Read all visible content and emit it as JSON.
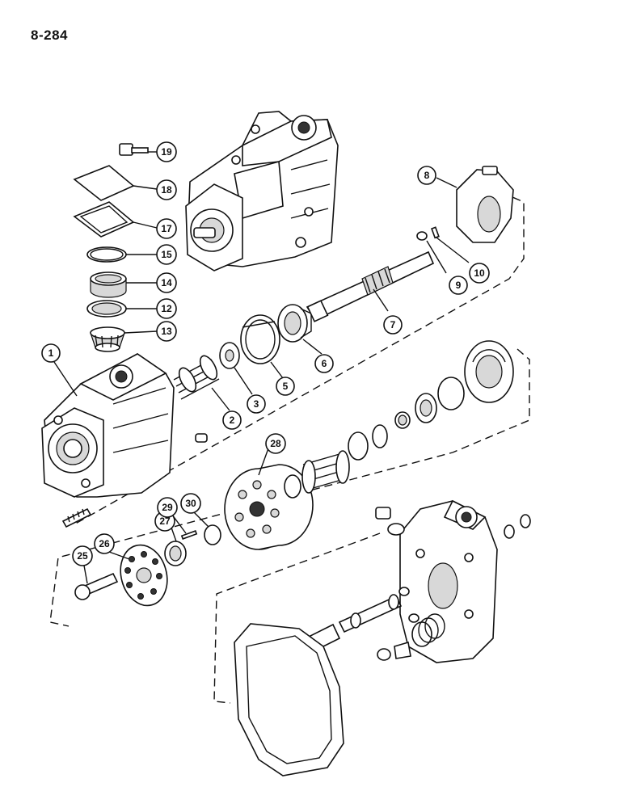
{
  "page": {
    "number": "8-284"
  },
  "callouts": [
    {
      "id": "1",
      "label": "1"
    },
    {
      "id": "2",
      "label": "2"
    },
    {
      "id": "3",
      "label": "3"
    },
    {
      "id": "5",
      "label": "5"
    },
    {
      "id": "6",
      "label": "6"
    },
    {
      "id": "7",
      "label": "7"
    },
    {
      "id": "8",
      "label": "8"
    },
    {
      "id": "9",
      "label": "9"
    },
    {
      "id": "10",
      "label": "10"
    },
    {
      "id": "12",
      "label": "12"
    },
    {
      "id": "13",
      "label": "13"
    },
    {
      "id": "14",
      "label": "14"
    },
    {
      "id": "15",
      "label": "15"
    },
    {
      "id": "17",
      "label": "17"
    },
    {
      "id": "18",
      "label": "18"
    },
    {
      "id": "19",
      "label": "19"
    },
    {
      "id": "25",
      "label": "25"
    },
    {
      "id": "26",
      "label": "26"
    },
    {
      "id": "27",
      "label": "27"
    },
    {
      "id": "28",
      "label": "28"
    },
    {
      "id": "29",
      "label": "29"
    },
    {
      "id": "30",
      "label": "30"
    }
  ]
}
